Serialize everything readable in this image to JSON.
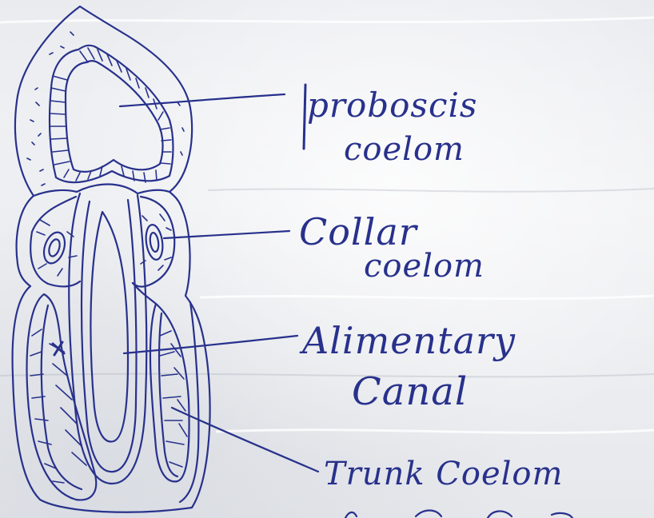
{
  "labels": {
    "proboscis_coelom": [
      "proboscis",
      "coelom"
    ],
    "collar_coelom": [
      "Collar",
      "coelom"
    ],
    "alimentary_canal": [
      "Alimentary",
      "Canal"
    ],
    "trunk_coelom": [
      "Trunk Coelom"
    ]
  },
  "colors": {
    "ink": "#28318c",
    "paper": "#eceef1"
  }
}
